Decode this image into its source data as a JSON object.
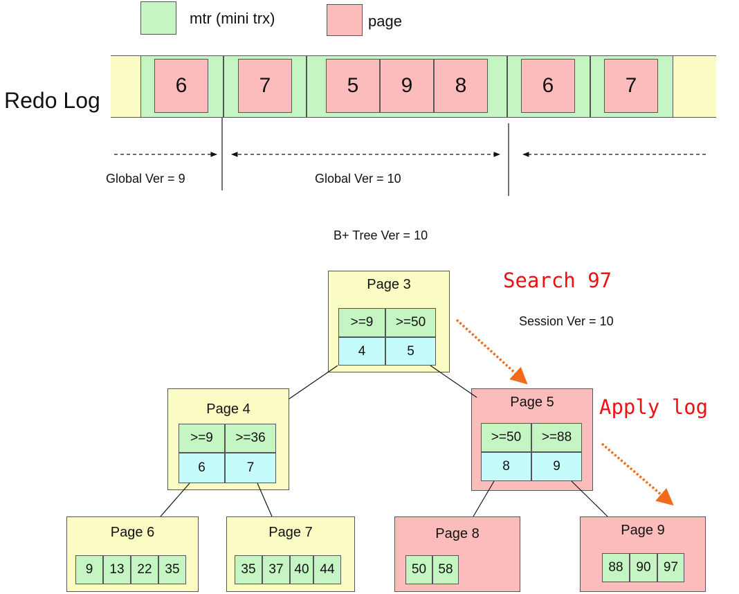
{
  "legend": {
    "mtr_label": "mtr (mini trx)",
    "page_label": "page",
    "colors": {
      "mtr": "#c5f5c3",
      "page": "#fbbcbb",
      "log_bg": "#fbfcc4"
    }
  },
  "redo_log": {
    "label": "Redo Log",
    "mtrs": [
      {
        "pages": [
          "6"
        ]
      },
      {
        "pages": [
          "7"
        ]
      },
      {
        "pages": [
          "5",
          "9",
          "8"
        ]
      },
      {
        "pages": [
          "6"
        ]
      },
      {
        "pages": [
          "7"
        ]
      }
    ],
    "versions": [
      "Global Ver = 9",
      "Global Ver = 10"
    ]
  },
  "btree": {
    "title": "B+ Tree Ver = 10",
    "search_label": "Search 97",
    "session_label": "Session Ver = 10",
    "apply_label": "Apply log",
    "page3": {
      "title": "Page 3",
      "keys": [
        ">=9",
        ">=50"
      ],
      "ptrs": [
        "4",
        "5"
      ]
    },
    "page4": {
      "title": "Page 4",
      "keys": [
        ">=9",
        ">=36"
      ],
      "ptrs": [
        "6",
        "7"
      ]
    },
    "page5": {
      "title": "Page 5",
      "keys": [
        ">=50",
        ">=88"
      ],
      "ptrs": [
        "8",
        "9"
      ]
    },
    "page6": {
      "title": "Page 6",
      "values": [
        "9",
        "13",
        "22",
        "35"
      ]
    },
    "page7": {
      "title": "Page 7",
      "values": [
        "35",
        "37",
        "40",
        "44"
      ]
    },
    "page8": {
      "title": "Page 8",
      "values": [
        "50",
        "58"
      ]
    },
    "page9": {
      "title": "Page 9",
      "values": [
        "88",
        "90",
        "97"
      ]
    }
  }
}
